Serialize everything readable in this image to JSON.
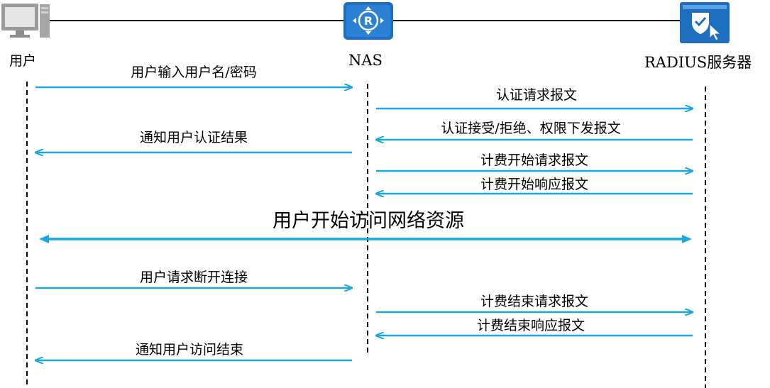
{
  "participants": {
    "user": "用户",
    "nas": "NAS",
    "radius": "RADIUS服务器"
  },
  "messages": [
    {
      "text": "用户输入用户名/密码",
      "from": "user",
      "to": "nas"
    },
    {
      "text": "认证请求报文",
      "from": "nas",
      "to": "radius"
    },
    {
      "text": "认证接受/拒绝、权限下发报文",
      "from": "radius",
      "to": "nas"
    },
    {
      "text": "通知用户认证结果",
      "from": "nas",
      "to": "user"
    },
    {
      "text": "计费开始请求报文",
      "from": "nas",
      "to": "radius"
    },
    {
      "text": "计费开始响应报文",
      "from": "radius",
      "to": "nas"
    },
    {
      "text": "用户开始访问网络资源",
      "from": "user",
      "to": "radius",
      "bidirectional": true
    },
    {
      "text": "用户请求断开连接",
      "from": "user",
      "to": "nas"
    },
    {
      "text": "计费结束请求报文",
      "from": "nas",
      "to": "radius"
    },
    {
      "text": "计费结束响应报文",
      "from": "radius",
      "to": "nas"
    },
    {
      "text": "通知用户访问结束",
      "from": "nas",
      "to": "user"
    }
  ],
  "colors": {
    "arrow": "#1aa7e0",
    "router_icon": "#1e6fbf",
    "server_icon": "#1e6fbf",
    "pc_icon": "#8c8c8c"
  },
  "icons": {
    "user": "pc-icon",
    "nas": "router-icon",
    "radius": "server-shield-icon"
  }
}
